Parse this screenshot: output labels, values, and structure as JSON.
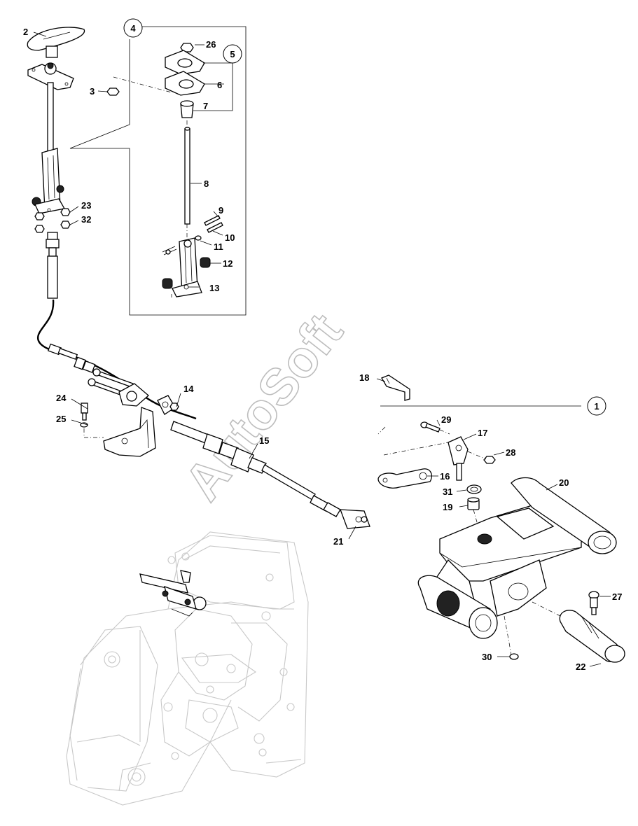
{
  "diagram": {
    "watermark": "AutoSoft",
    "callouts": [
      {
        "id": "c2",
        "text": "2"
      },
      {
        "id": "c3",
        "text": "3"
      },
      {
        "id": "c4",
        "text": "4"
      },
      {
        "id": "c5",
        "text": "5"
      },
      {
        "id": "c26",
        "text": "26"
      },
      {
        "id": "c6",
        "text": "6"
      },
      {
        "id": "c7",
        "text": "7"
      },
      {
        "id": "c8",
        "text": "8"
      },
      {
        "id": "c9",
        "text": "9"
      },
      {
        "id": "c10",
        "text": "10"
      },
      {
        "id": "c11",
        "text": "11"
      },
      {
        "id": "c12",
        "text": "12"
      },
      {
        "id": "c13",
        "text": "13"
      },
      {
        "id": "c23",
        "text": "23"
      },
      {
        "id": "c32",
        "text": "32"
      },
      {
        "id": "c14",
        "text": "14"
      },
      {
        "id": "c24",
        "text": "24"
      },
      {
        "id": "c25",
        "text": "25"
      },
      {
        "id": "c15",
        "text": "15"
      },
      {
        "id": "c18",
        "text": "18"
      },
      {
        "id": "c1",
        "text": "1"
      },
      {
        "id": "c29",
        "text": "29"
      },
      {
        "id": "c17",
        "text": "17"
      },
      {
        "id": "c28",
        "text": "28"
      },
      {
        "id": "c16",
        "text": "16"
      },
      {
        "id": "c31",
        "text": "31"
      },
      {
        "id": "c19",
        "text": "19"
      },
      {
        "id": "c20",
        "text": "20"
      },
      {
        "id": "c21",
        "text": "21"
      },
      {
        "id": "c27",
        "text": "27"
      },
      {
        "id": "c30",
        "text": "30"
      },
      {
        "id": "c22",
        "text": "22"
      }
    ]
  }
}
